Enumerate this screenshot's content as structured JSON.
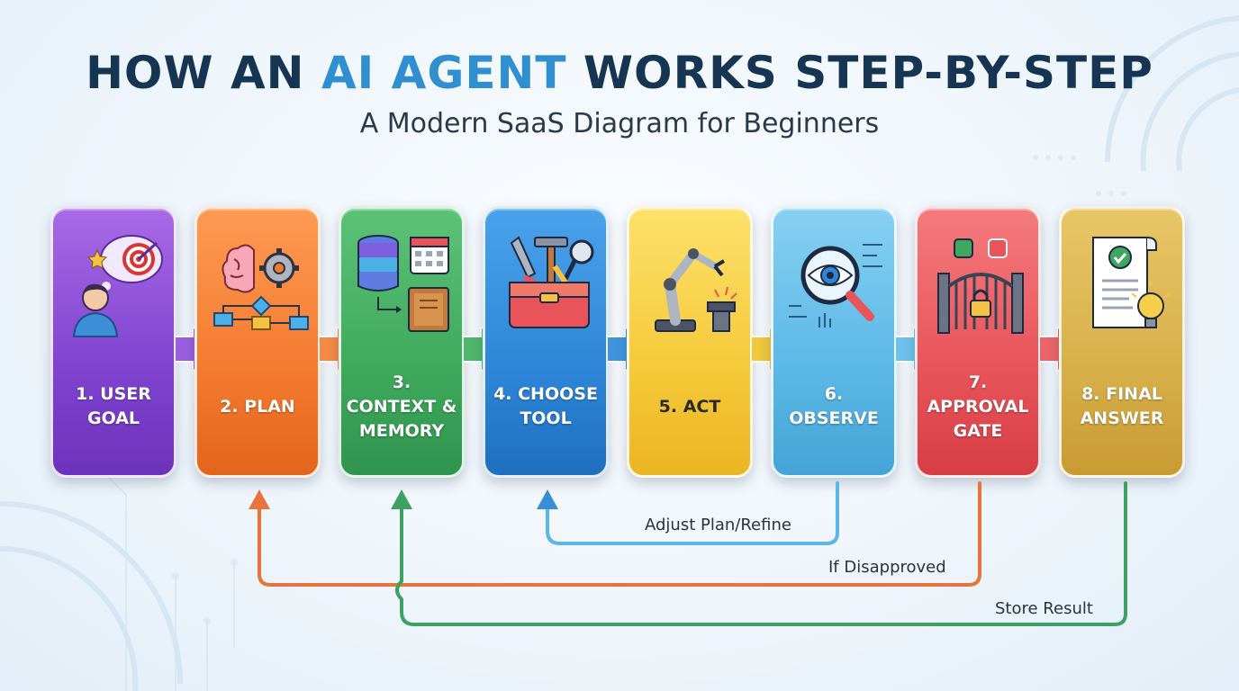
{
  "header": {
    "title_part1": "HOW AN ",
    "title_accent": "AI AGENT",
    "title_part2": " WORKS STEP-BY-STEP",
    "subtitle": "A Modern SaaS Diagram for Beginners"
  },
  "steps": [
    {
      "label": "1. USER GOAL",
      "color": "#8a4fd6",
      "icon": "user-goal-icon"
    },
    {
      "label": "2. PLAN",
      "color": "#f07a32",
      "icon": "brain-plan-icon"
    },
    {
      "label": "3. CONTEXT & MEMORY",
      "color": "#3ea95c",
      "icon": "database-memory-icon"
    },
    {
      "label": "4. CHOOSE TOOL",
      "color": "#2f86d8",
      "icon": "toolbox-icon"
    },
    {
      "label": "5. ACT",
      "color": "#f5c93a",
      "icon": "robot-arm-icon"
    },
    {
      "label": "6. OBSERVE",
      "color": "#5bb8e6",
      "icon": "eye-magnifier-icon"
    },
    {
      "label": "7. APPROVAL GATE",
      "color": "#e8545a",
      "icon": "approval-gate-icon"
    },
    {
      "label": "8. FINAL ANSWER",
      "color": "#d8b04a",
      "icon": "document-lightbulb-icon"
    }
  ],
  "loops": [
    {
      "label": "Adjust Plan/Refine",
      "color": "#3a8fd4"
    },
    {
      "label": "If Disapproved",
      "color": "#e8743c"
    },
    {
      "label": "Store Result",
      "color": "#3fa063"
    }
  ]
}
